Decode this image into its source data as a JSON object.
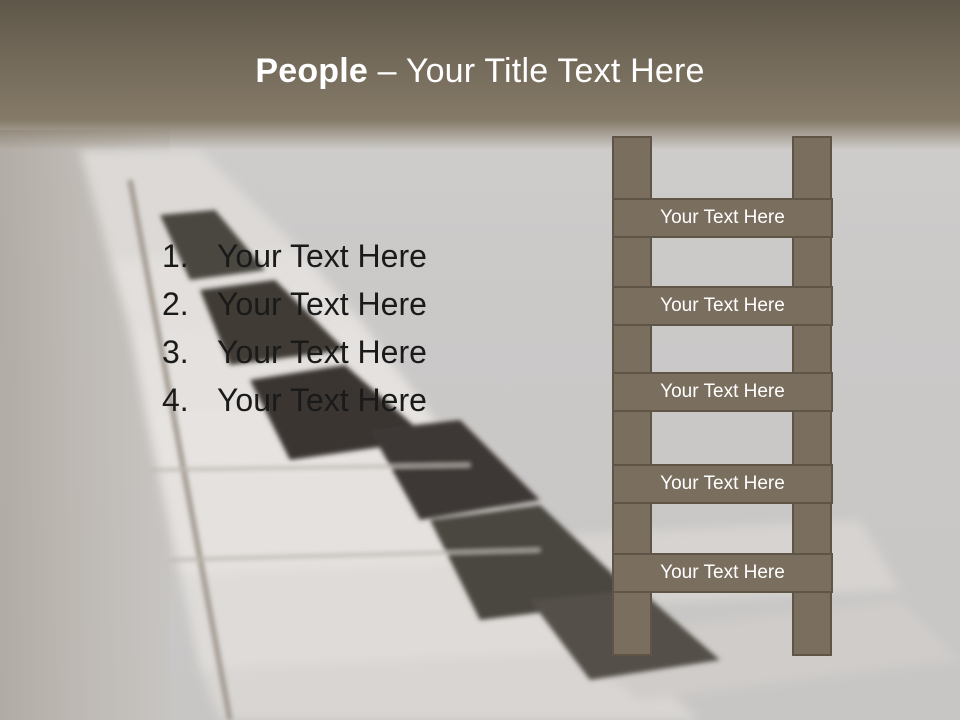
{
  "slide": {
    "title_bold": "People",
    "title_rest": " – Your Title Text Here",
    "list": [
      {
        "num": "1.",
        "text": "Your Text Here"
      },
      {
        "num": "2.",
        "text": "Your Text Here"
      },
      {
        "num": "3.",
        "text": "Your Text Here"
      },
      {
        "num": "4.",
        "text": "Your Text Here"
      }
    ],
    "ladder": [
      "Your Text Here",
      "Your Text Here",
      "Your Text Here",
      "Your Text Here",
      "Your Text Here"
    ]
  },
  "colors": {
    "title_bar": "#766c5c",
    "ladder_fill": "#7a6f5f",
    "ladder_border": "#5e5547",
    "list_text": "#1a1a1a"
  }
}
